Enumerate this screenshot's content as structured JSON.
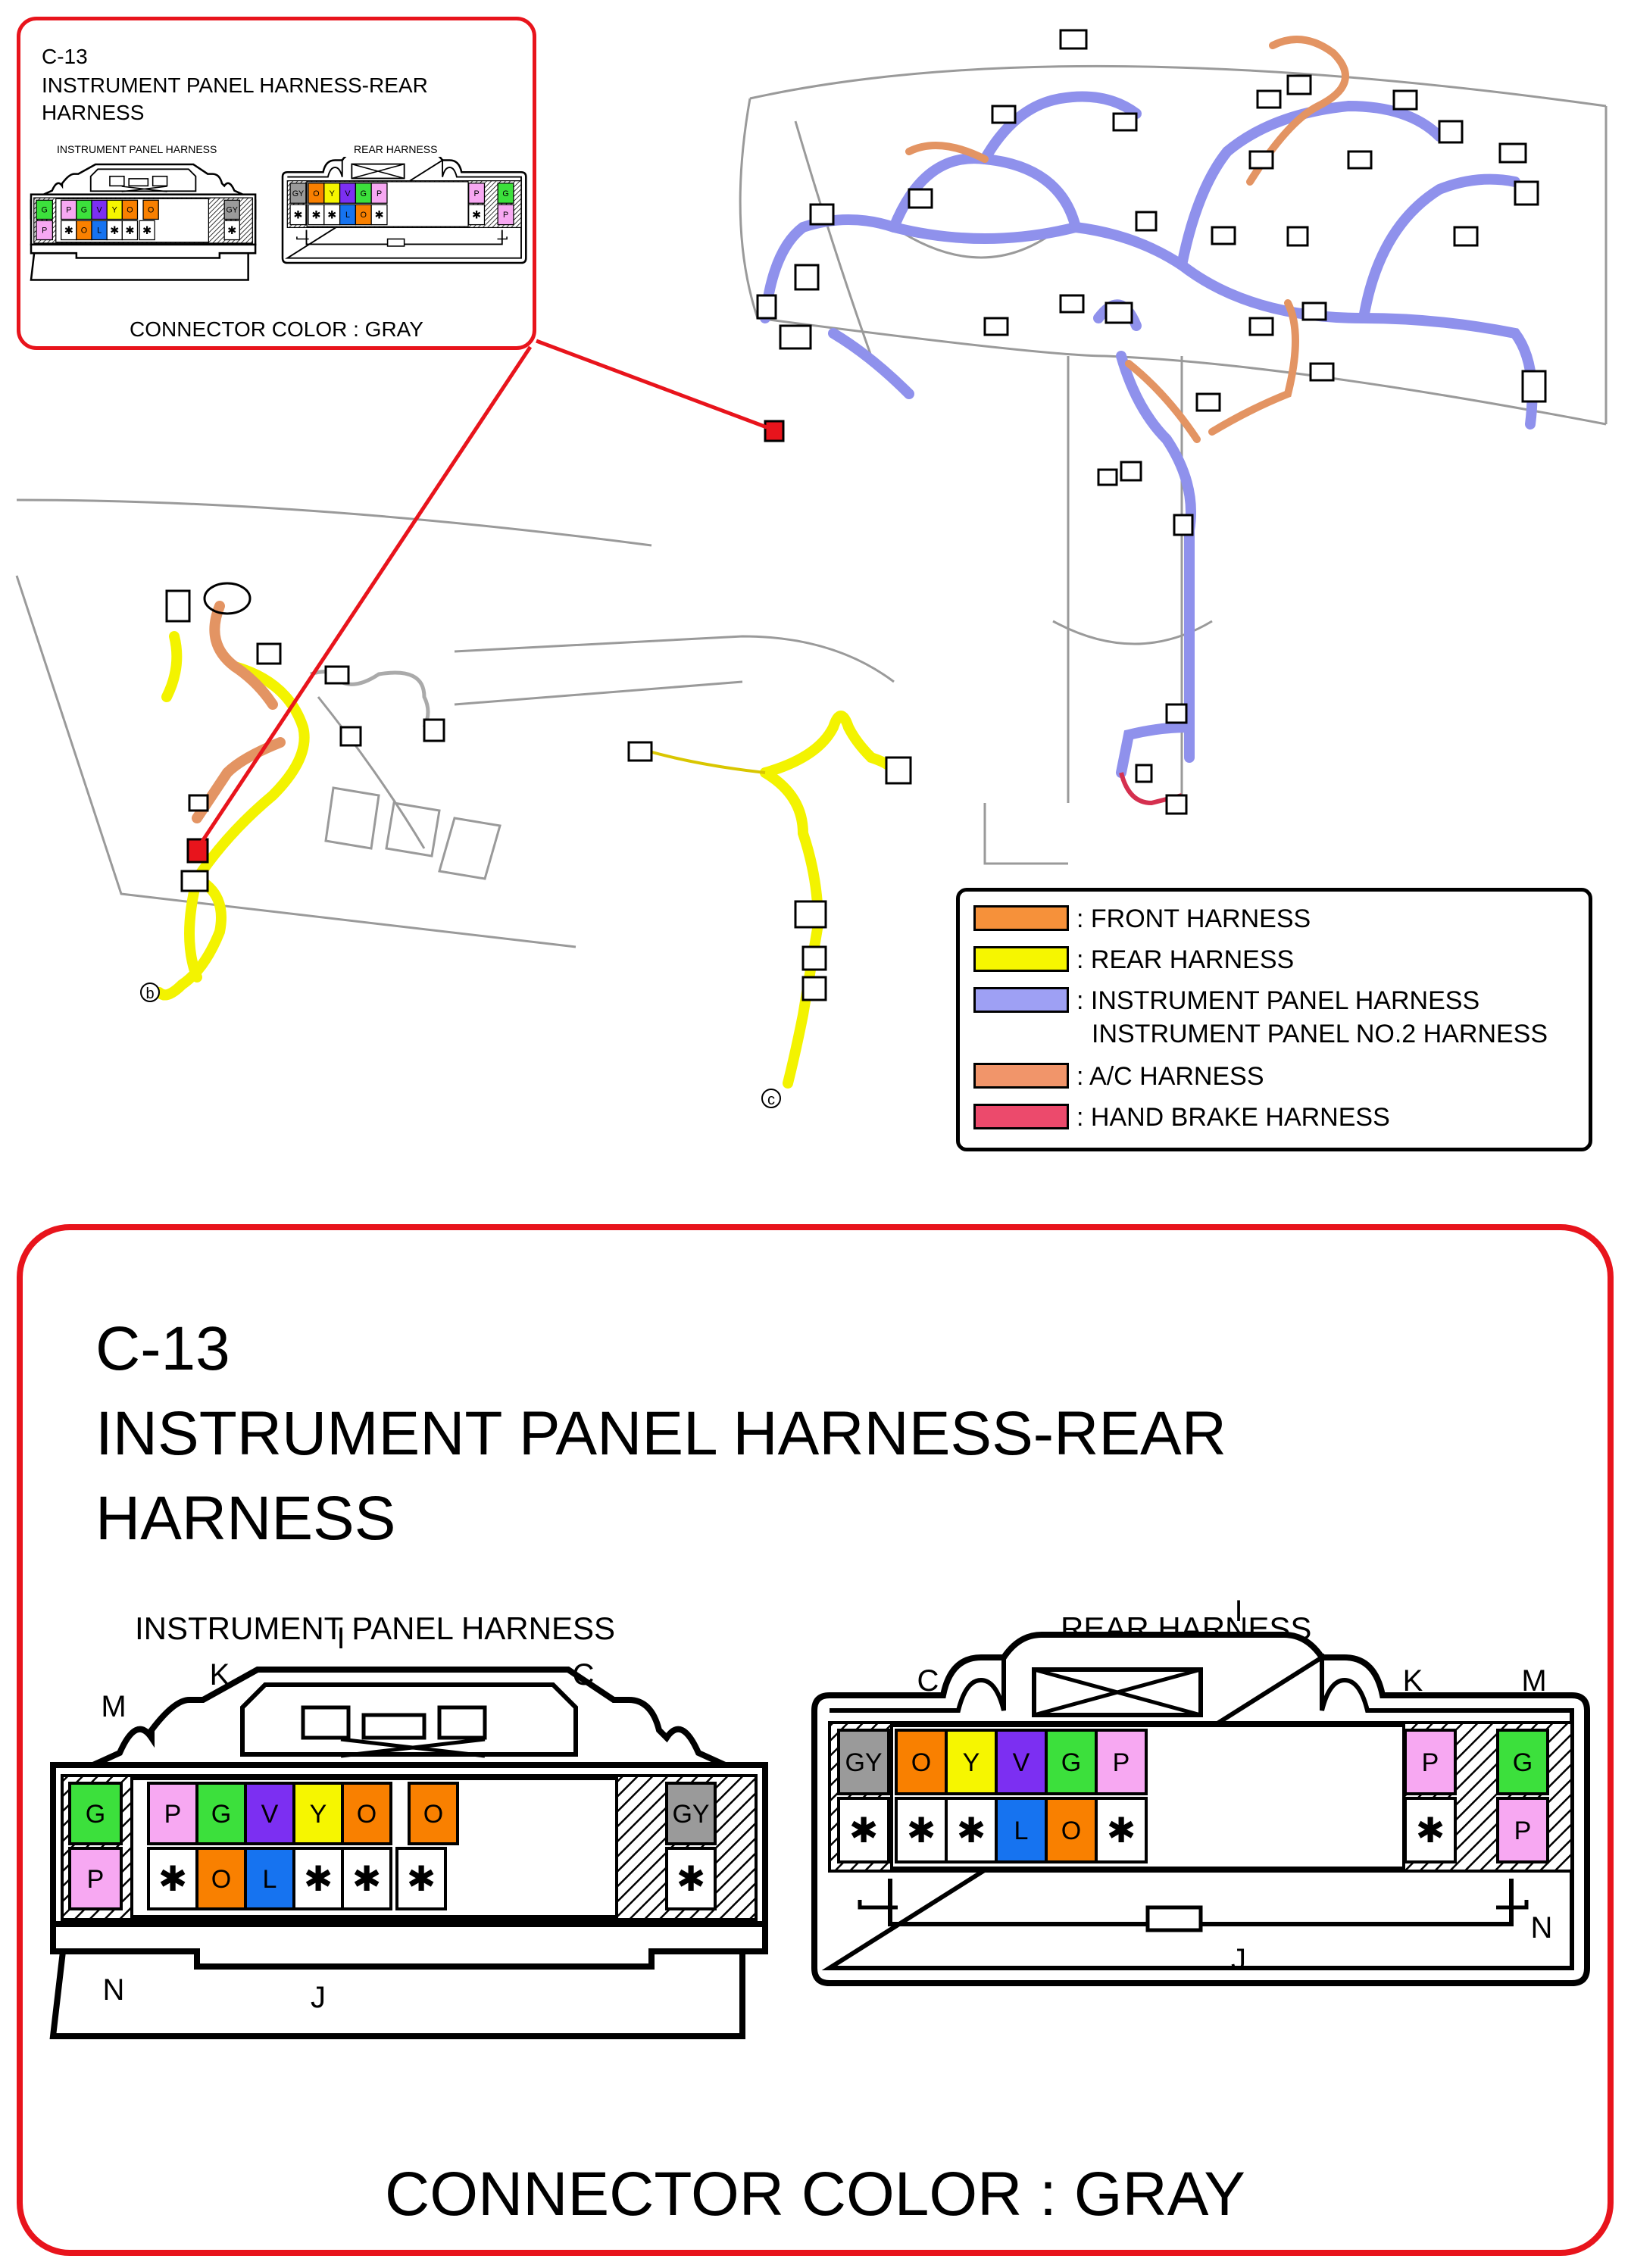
{
  "connector": {
    "code": "C-13",
    "title_line1": "INSTRUMENT PANEL HARNESS-REAR",
    "title_line2": "HARNESS",
    "left_name": "INSTRUMENT PANEL HARNESS",
    "right_name": "REAR HARNESS",
    "color_caption": "CONNECTOR COLOR : GRAY",
    "left_letters": {
      "I": "I",
      "K": "K",
      "C": "C",
      "M": "M",
      "N": "N",
      "J": "J"
    },
    "right_letters": {
      "I": "I",
      "C": "C",
      "K": "K",
      "M": "M",
      "N": "N",
      "J": "J"
    },
    "left_top_row": [
      {
        "label": "G",
        "color": "#3ce03c"
      },
      {
        "label": "P",
        "color": "#f7a8f2"
      },
      {
        "label": "G",
        "color": "#3ce03c"
      },
      {
        "label": "V",
        "color": "#7c2ff2"
      },
      {
        "label": "Y",
        "color": "#f6f600"
      },
      {
        "label": "O",
        "color": "#f98000"
      },
      {
        "label": "GY",
        "color": "#9a9a9a"
      }
    ],
    "left_bottom_row": [
      {
        "label": "P",
        "color": "#f7a8f2"
      },
      {
        "label": "✱",
        "color": "#ffffff"
      },
      {
        "label": "O",
        "color": "#f98000"
      },
      {
        "label": "L",
        "color": "#1673f0"
      },
      {
        "label": "✱",
        "color": "#ffffff"
      },
      {
        "label": "✱",
        "color": "#ffffff"
      },
      {
        "label": "✱",
        "color": "#ffffff"
      }
    ],
    "right_top_row": [
      {
        "label": "GY",
        "color": "#9a9a9a"
      },
      {
        "label": "O",
        "color": "#f98000"
      },
      {
        "label": "Y",
        "color": "#f6f600"
      },
      {
        "label": "V",
        "color": "#7c2ff2"
      },
      {
        "label": "G",
        "color": "#3ce03c"
      },
      {
        "label": "P",
        "color": "#f7a8f2"
      },
      {
        "label": "G",
        "color": "#3ce03c"
      }
    ],
    "right_bottom_row": [
      {
        "label": "✱",
        "color": "#ffffff"
      },
      {
        "label": "✱",
        "color": "#ffffff"
      },
      {
        "label": "✱",
        "color": "#ffffff"
      },
      {
        "label": "L",
        "color": "#1673f0"
      },
      {
        "label": "O",
        "color": "#f98000"
      },
      {
        "label": "✱",
        "color": "#ffffff"
      },
      {
        "label": "P",
        "color": "#f7a8f2"
      }
    ]
  },
  "legend": {
    "items": [
      {
        "label": ": FRONT HARNESS",
        "color": "#f6913a"
      },
      {
        "label": ": REAR HARNESS",
        "color": "#f6f600"
      },
      {
        "label": ": INSTRUMENT PANEL HARNESS",
        "label2": "INSTRUMENT PANEL NO.2 HARNESS",
        "color": "#9ea0f4"
      },
      {
        "label": ": A/C HARNESS",
        "color": "#f1956a"
      },
      {
        "label": ": HAND BRAKE HARNESS",
        "color": "#ec4a6c"
      }
    ]
  },
  "markers": {
    "b": "b",
    "c": "c"
  },
  "colors": {
    "callout": "#e8141c",
    "location_marker": "#e8141c",
    "ip_wire": "#8f91ec",
    "front_wire": "#e39463",
    "rear_wire": "#f3f300"
  }
}
